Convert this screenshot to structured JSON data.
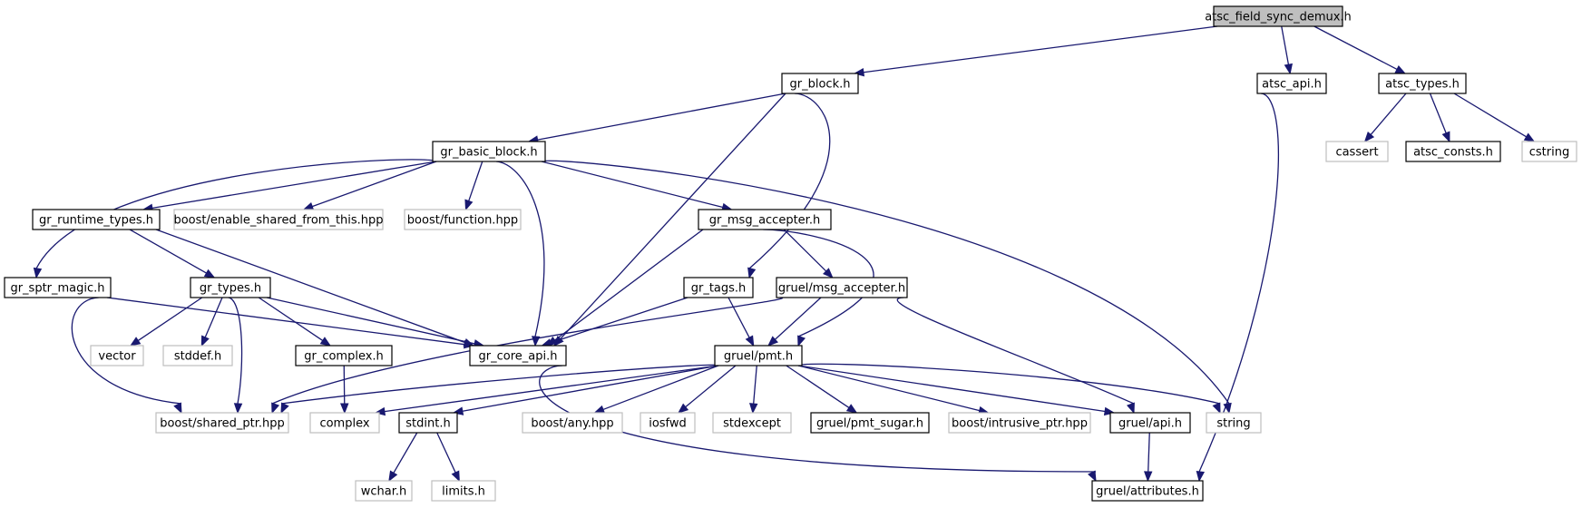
{
  "diagram": {
    "colors": {
      "edge": "#191970",
      "root_fill": "#bfbfbf",
      "external_border": "#bfbfbf",
      "node_border": "#000000"
    },
    "nodes": [
      {
        "id": "root",
        "label": "atsc_field_sync_demux.h",
        "kind": "root"
      },
      {
        "id": "gr_block",
        "label": "gr_block.h",
        "kind": "local"
      },
      {
        "id": "atsc_api",
        "label": "atsc_api.h",
        "kind": "local"
      },
      {
        "id": "atsc_types",
        "label": "atsc_types.h",
        "kind": "local"
      },
      {
        "id": "gr_basic_block",
        "label": "gr_basic_block.h",
        "kind": "local"
      },
      {
        "id": "cassert",
        "label": "cassert",
        "kind": "external"
      },
      {
        "id": "atsc_consts",
        "label": "atsc_consts.h",
        "kind": "local"
      },
      {
        "id": "cstring",
        "label": "cstring",
        "kind": "external"
      },
      {
        "id": "gr_runtime_types",
        "label": "gr_runtime_types.h",
        "kind": "local"
      },
      {
        "id": "enable_shared",
        "label": "boost/enable_shared_from_this.hpp",
        "kind": "external"
      },
      {
        "id": "boost_function",
        "label": "boost/function.hpp",
        "kind": "external"
      },
      {
        "id": "gr_msg_accepter",
        "label": "gr_msg_accepter.h",
        "kind": "local"
      },
      {
        "id": "gr_sptr_magic",
        "label": "gr_sptr_magic.h",
        "kind": "local"
      },
      {
        "id": "gr_types",
        "label": "gr_types.h",
        "kind": "local"
      },
      {
        "id": "gr_tags",
        "label": "gr_tags.h",
        "kind": "local"
      },
      {
        "id": "gruel_msg_accepter",
        "label": "gruel/msg_accepter.h",
        "kind": "local"
      },
      {
        "id": "vector",
        "label": "vector",
        "kind": "external"
      },
      {
        "id": "stddef",
        "label": "stddef.h",
        "kind": "external"
      },
      {
        "id": "gr_complex",
        "label": "gr_complex.h",
        "kind": "local"
      },
      {
        "id": "gr_core_api",
        "label": "gr_core_api.h",
        "kind": "local"
      },
      {
        "id": "gruel_pmt",
        "label": "gruel/pmt.h",
        "kind": "local"
      },
      {
        "id": "shared_ptr",
        "label": "boost/shared_ptr.hpp",
        "kind": "external"
      },
      {
        "id": "complex",
        "label": "complex",
        "kind": "external"
      },
      {
        "id": "stdint",
        "label": "stdint.h",
        "kind": "local"
      },
      {
        "id": "boost_any",
        "label": "boost/any.hpp",
        "kind": "external"
      },
      {
        "id": "iosfwd",
        "label": "iosfwd",
        "kind": "external"
      },
      {
        "id": "stdexcept",
        "label": "stdexcept",
        "kind": "external"
      },
      {
        "id": "pmt_sugar",
        "label": "gruel/pmt_sugar.h",
        "kind": "local"
      },
      {
        "id": "intrusive_ptr",
        "label": "boost/intrusive_ptr.hpp",
        "kind": "external"
      },
      {
        "id": "gruel_api",
        "label": "gruel/api.h",
        "kind": "local"
      },
      {
        "id": "string",
        "label": "string",
        "kind": "external"
      },
      {
        "id": "wchar",
        "label": "wchar.h",
        "kind": "external"
      },
      {
        "id": "limits",
        "label": "limits.h",
        "kind": "external"
      },
      {
        "id": "gruel_attributes",
        "label": "gruel/attributes.h",
        "kind": "local"
      }
    ],
    "edges": [
      [
        "root",
        "gr_block"
      ],
      [
        "root",
        "atsc_api"
      ],
      [
        "root",
        "atsc_types"
      ],
      [
        "gr_block",
        "gr_basic_block"
      ],
      [
        "gr_block",
        "gr_core_api"
      ],
      [
        "gr_block",
        "gr_tags"
      ],
      [
        "atsc_api",
        "gruel_attributes"
      ],
      [
        "atsc_types",
        "cassert"
      ],
      [
        "atsc_types",
        "atsc_consts"
      ],
      [
        "atsc_types",
        "cstring"
      ],
      [
        "gr_basic_block",
        "gr_sptr_magic"
      ],
      [
        "gr_basic_block",
        "gr_runtime_types"
      ],
      [
        "gr_basic_block",
        "enable_shared"
      ],
      [
        "gr_basic_block",
        "boost_function"
      ],
      [
        "gr_basic_block",
        "gr_core_api"
      ],
      [
        "gr_basic_block",
        "gr_msg_accepter"
      ],
      [
        "gr_basic_block",
        "string"
      ],
      [
        "gr_runtime_types",
        "gr_types"
      ],
      [
        "gr_runtime_types",
        "gr_core_api"
      ],
      [
        "gr_msg_accepter",
        "gr_core_api"
      ],
      [
        "gr_msg_accepter",
        "gruel_msg_accepter"
      ],
      [
        "gr_msg_accepter",
        "gruel_pmt"
      ],
      [
        "gr_sptr_magic",
        "gr_core_api"
      ],
      [
        "gr_sptr_magic",
        "shared_ptr"
      ],
      [
        "gr_types",
        "gr_core_api"
      ],
      [
        "gr_types",
        "gr_complex"
      ],
      [
        "gr_types",
        "vector"
      ],
      [
        "gr_types",
        "stddef"
      ],
      [
        "gr_types",
        "shared_ptr"
      ],
      [
        "gr_tags",
        "gr_core_api"
      ],
      [
        "gr_tags",
        "gruel_pmt"
      ],
      [
        "gruel_msg_accepter",
        "gruel_pmt"
      ],
      [
        "gruel_msg_accepter",
        "gruel_api"
      ],
      [
        "gruel_msg_accepter",
        "shared_ptr"
      ],
      [
        "gr_complex",
        "complex"
      ],
      [
        "gr_core_api",
        "gruel_attributes"
      ],
      [
        "gruel_pmt",
        "shared_ptr"
      ],
      [
        "gruel_pmt",
        "complex"
      ],
      [
        "gruel_pmt",
        "stdint"
      ],
      [
        "gruel_pmt",
        "boost_any"
      ],
      [
        "gruel_pmt",
        "iosfwd"
      ],
      [
        "gruel_pmt",
        "stdexcept"
      ],
      [
        "gruel_pmt",
        "pmt_sugar"
      ],
      [
        "gruel_pmt",
        "intrusive_ptr"
      ],
      [
        "gruel_pmt",
        "gruel_api"
      ],
      [
        "gruel_pmt",
        "string"
      ],
      [
        "stdint",
        "wchar"
      ],
      [
        "stdint",
        "limits"
      ],
      [
        "gruel_api",
        "gruel_attributes"
      ]
    ]
  }
}
